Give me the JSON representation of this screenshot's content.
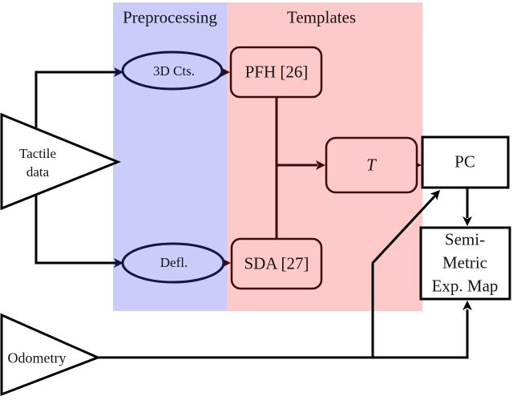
{
  "diagram": {
    "regions": {
      "preprocessing": {
        "label": "Preprocessing",
        "fill": "#ccccfa"
      },
      "templates": {
        "label": "Templates",
        "fill": "#fdc9c9"
      }
    },
    "nodes": {
      "tactile_data": {
        "lines": [
          "Tactile",
          "data"
        ]
      },
      "odometry": {
        "label": "Odometry"
      },
      "cts_3d": {
        "label": "3D Cts."
      },
      "defl": {
        "label": "Defl."
      },
      "pfh": {
        "label": "PFH [26]"
      },
      "sda": {
        "label": "SDA [27]"
      },
      "transform_t": {
        "label": "T"
      },
      "pc": {
        "label": "PC"
      },
      "semi_metric_map": {
        "lines": [
          "Semi-",
          "Metric",
          "Exp. Map"
        ]
      }
    },
    "colors": {
      "region_preprocessing": "#ccccfa",
      "region_templates": "#fdc9c9",
      "ellipse_stroke": "#14144b",
      "ellipse_fill": "#ccccfa",
      "template_stroke": "#3b0c0c",
      "template_fill": "#fdc9c9",
      "line": "#000000",
      "io_fill": "#ffffff"
    }
  }
}
